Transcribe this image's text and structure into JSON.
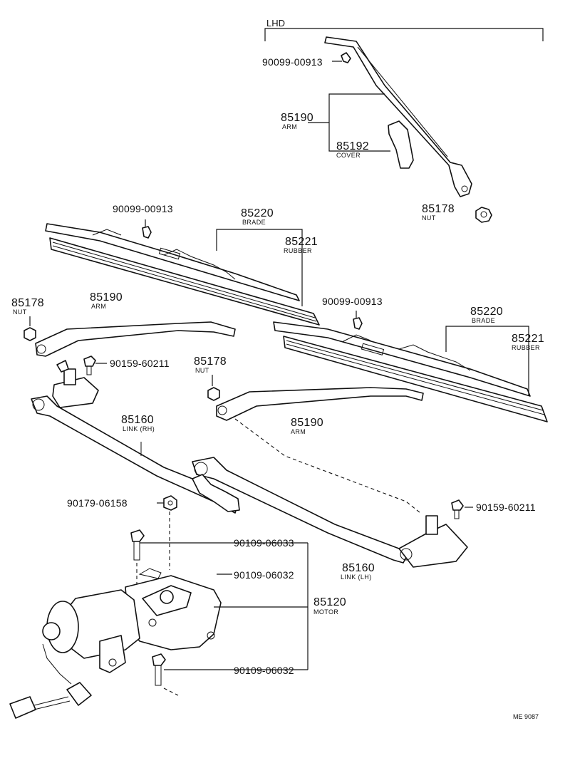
{
  "header": {
    "variant": "LHD"
  },
  "diagram_code": "ME 9087",
  "callouts": {
    "top_bolt": {
      "number": "90099-00913"
    },
    "top_arm": {
      "number": "85190",
      "name": "ARM"
    },
    "top_cover": {
      "number": "85192",
      "name": "COVER"
    },
    "top_nut": {
      "number": "85178",
      "name": "NUT"
    },
    "left_blade_bolt": {
      "number": "90099-00913"
    },
    "left_blade": {
      "number": "85220",
      "name": "BRADE"
    },
    "left_rubber": {
      "number": "85221",
      "name": "RUBBER"
    },
    "left_nut": {
      "number": "85178",
      "name": "NUT"
    },
    "left_arm": {
      "number": "85190",
      "name": "ARM"
    },
    "left_pivot_bolt": {
      "number": "90159-60211"
    },
    "right_blade_bolt": {
      "number": "90099-00913"
    },
    "right_blade": {
      "number": "85220",
      "name": "BRADE"
    },
    "right_rubber": {
      "number": "85221",
      "name": "RUBBER"
    },
    "mid_nut": {
      "number": "85178",
      "name": "NUT"
    },
    "mid_arm": {
      "number": "85190",
      "name": "ARM"
    },
    "link_rh": {
      "number": "85160",
      "name": "LINK (RH)"
    },
    "link_nut": {
      "number": "90179-06158"
    },
    "right_pivot_bolt": {
      "number": "90159-60211"
    },
    "motor_bolt_a": {
      "number": "90109-06033"
    },
    "motor_bolt_b": {
      "number": "90109-06032"
    },
    "motor": {
      "number": "85120",
      "name": "MOTOR"
    },
    "motor_bolt_c": {
      "number": "90109-06032"
    },
    "link_lh": {
      "number": "85160",
      "name": "LINK (LH)"
    }
  }
}
